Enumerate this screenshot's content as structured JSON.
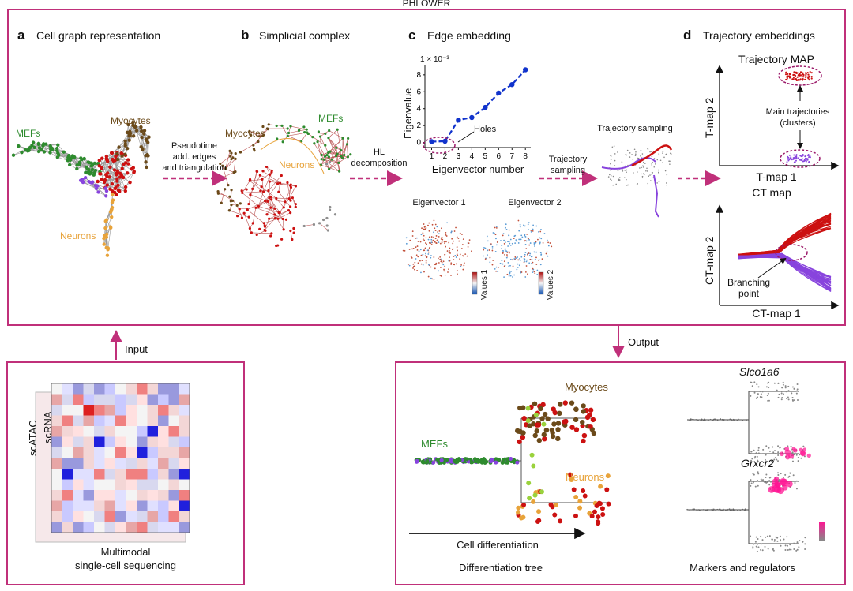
{
  "header": {
    "title": "PHLOWER"
  },
  "colors": {
    "frame": "#c0307a",
    "mefs": "#2e8b2e",
    "myocytes": "#6b4a1a",
    "neurons": "#e8a33a",
    "red": "#cc1111",
    "purple": "#8844dd",
    "blue": "#1133cc"
  },
  "panels": {
    "a": {
      "letter": "a",
      "title": "Cell graph representation",
      "labels": {
        "mefs": "MEFs",
        "myocytes": "Myocytes",
        "neurons": "Neurons"
      }
    },
    "b": {
      "letter": "b",
      "title": "Simplicial complex",
      "labels": {
        "myocytes": "Myocytes",
        "mefs": "MEFs",
        "neurons": "Neurons"
      }
    },
    "c": {
      "letter": "c",
      "title": "Edge embedding"
    },
    "d": {
      "letter": "d",
      "title": "Trajectory embeddings"
    }
  },
  "arrows": {
    "a_to_b": "Pseudotime\nadd. edges\nand triangulation",
    "b_to_c": "HL\ndecomposition",
    "c_to_sampling": "Trajectory\nsampling"
  },
  "eigen_inset": {
    "scale": "1 × 10⁻³",
    "holes": "Holes",
    "eigvec1": "Eigenvector 1",
    "eigvec2": "Eigenvector 2",
    "values1": "Values 1",
    "values2": "Values 2"
  },
  "sampling_title": "Trajectory sampling",
  "tmap": {
    "title": "Trajectory MAP",
    "xlabel": "T-map 1",
    "ylabel": "T-map 2",
    "annotation": "Main trajectories\n(clusters)"
  },
  "ctmap": {
    "title": "CT map",
    "xlabel": "CT-map 1",
    "ylabel": "CT-map 2",
    "annotation": "Branching\npoint"
  },
  "io": {
    "input": "Input",
    "output": "Output"
  },
  "input_box": {
    "scatac": "scATAC",
    "scrna": "scRNA",
    "caption": "Multimodal\nsingle-cell sequencing"
  },
  "output_box": {
    "mefs": "MEFs",
    "myocytes": "Myocytes",
    "neurons": "Neurons",
    "arrow": "Cell differentiation",
    "tree_caption": "Differentiation tree",
    "gene1": "Slco1a6",
    "gene2": "Grxcr2",
    "markers_caption": "Markers and regulators"
  },
  "chart_data": {
    "type": "line",
    "xlabel": "Eigenvector number",
    "ylabel": "Eigenvalue",
    "x": [
      1,
      2,
      3,
      4,
      5,
      6,
      7,
      8
    ],
    "series": [
      {
        "values": [
          0.1,
          0.15,
          2.65,
          2.95,
          4.15,
          5.85,
          6.85,
          8.6
        ]
      }
    ],
    "xticks": [
      1,
      2,
      3,
      4,
      5,
      6,
      7,
      8
    ],
    "yticks": [
      0,
      2,
      4,
      6,
      8
    ],
    "xlim": [
      0.5,
      8.4
    ],
    "ylim": [
      -0.6,
      9.2
    ],
    "grid": false
  }
}
